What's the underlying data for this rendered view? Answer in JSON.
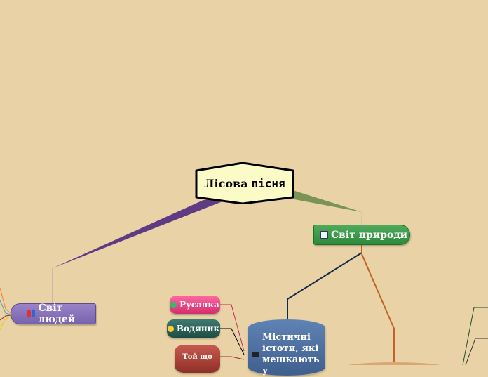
{
  "central": {
    "title_part1": "Лісова",
    "title_part2": "пісня"
  },
  "topics": {
    "world_nature": {
      "label": "Світ природи",
      "icon": "picture-icon",
      "color": "#3c9a4a"
    },
    "world_people": {
      "label": "Світ людей",
      "icon": "people-icon",
      "color": "#8775bd"
    }
  },
  "subtopics": {
    "rusalka": {
      "label": "Русалка",
      "icon": "smile-icon"
    },
    "vodianyk": {
      "label": "Водяник",
      "icon": "smile-icon"
    },
    "toi_shcho": {
      "label": "Той що"
    },
    "mystic": {
      "label": "Містичні істоти, які мешкають у",
      "icon": "computer-icon"
    }
  },
  "colors": {
    "background": "#e9d3a6",
    "people_branch": "#5e3b83",
    "nature_branch": "#7a9455",
    "mystic_link": "#0f2a4a",
    "orange_link": "#c2612a",
    "rusalka_link": "#c8265e",
    "dark_link": "#000000"
  }
}
